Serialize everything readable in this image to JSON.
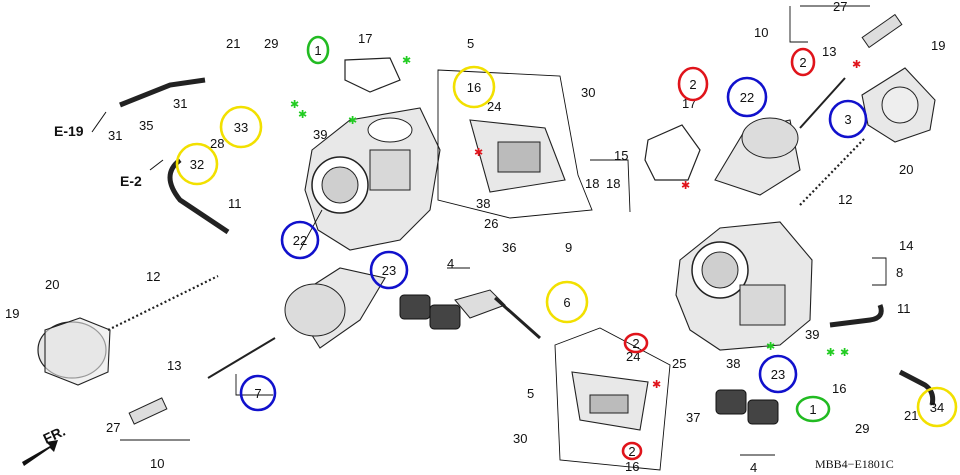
{
  "diagram_code": "MBB4−E1801C",
  "front_label": "FR.",
  "refs": [
    "E-19",
    "E-2"
  ],
  "colors": {
    "red": "#e0141b",
    "blue": "#1111cc",
    "yellow": "#f2e000",
    "green": "#22bb22",
    "star_red": "#e0141b",
    "star_green": "#22cc22"
  },
  "callouts": {
    "c1": "1",
    "c2": "22",
    "c3": "23",
    "c4": "7",
    "c5": "33",
    "c6": "32",
    "c7": "16",
    "c8": "6",
    "c9": "2",
    "c10": "22",
    "c11": "3",
    "c12": "2",
    "c13": "2",
    "c14": "2",
    "c15": "23",
    "c16": "1",
    "c17": "34"
  },
  "labels": {
    "l1": "27",
    "l2": "10",
    "l3": "13",
    "l4": "19",
    "l5": "20",
    "l6": "12",
    "l7": "17",
    "l8": "18",
    "l9": "18",
    "l10": "15",
    "l11": "14",
    "l12": "8",
    "l13": "11",
    "l14": "39",
    "l15": "16",
    "l16": "29",
    "l17": "21",
    "l18": "4",
    "l19": "5",
    "l20": "24",
    "l21": "25",
    "l22": "38",
    "l23": "37",
    "l24": "30",
    "l25": "16",
    "l26": "21",
    "l27": "29",
    "l28": "17",
    "l29": "5",
    "l30": "30",
    "l31": "24",
    "l32": "38",
    "l33": "26",
    "l34": "36",
    "l35": "9",
    "l36": "4",
    "l37": "31",
    "l38": "31",
    "l39": "35",
    "l40": "28",
    "l41": "39",
    "l42": "11",
    "l43": "12",
    "l44": "20",
    "l45": "19",
    "l46": "13",
    "l47": "27",
    "l48": "10"
  }
}
